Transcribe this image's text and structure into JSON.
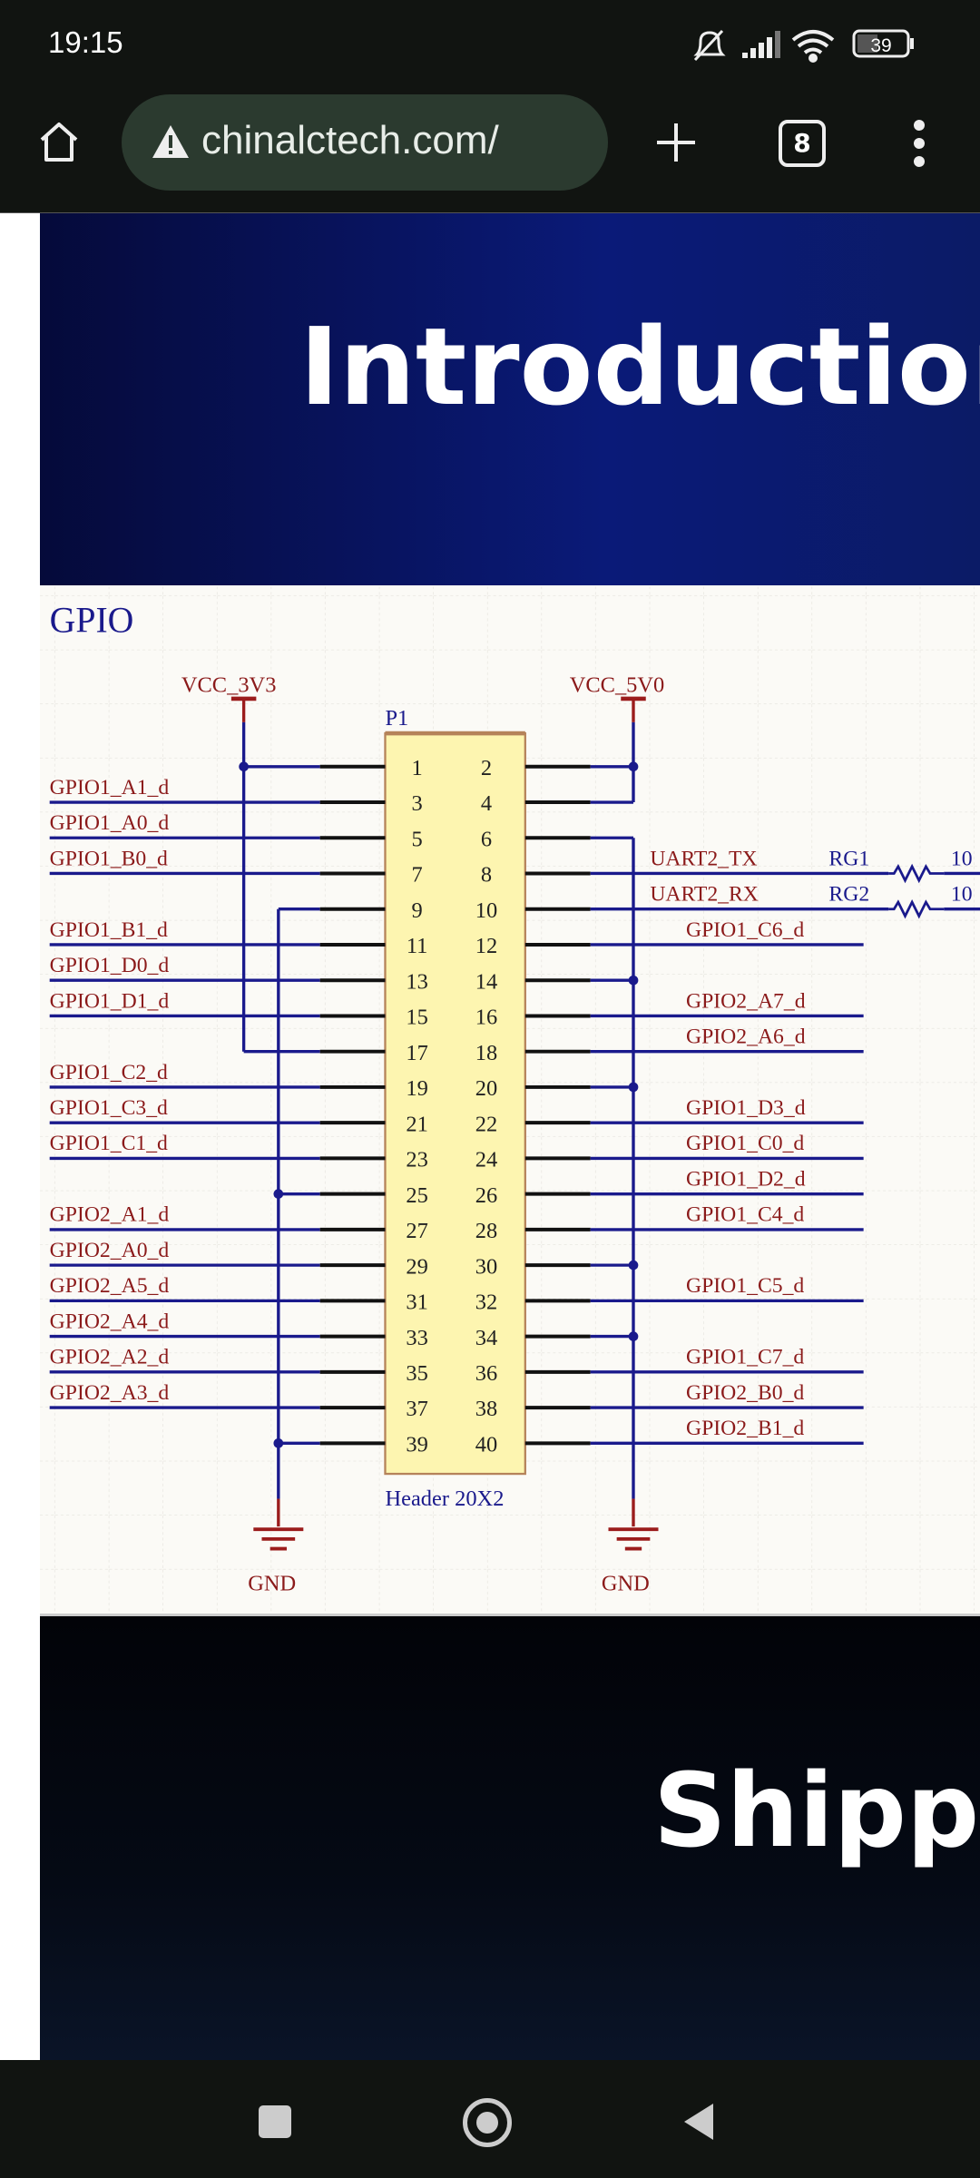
{
  "status_bar": {
    "time": "19:15",
    "battery": "39",
    "icons": [
      "bell-muted-icon",
      "signal-icon",
      "wifi-icon",
      "battery-icon"
    ]
  },
  "toolbar": {
    "url": "chinalctech.com/",
    "tab_count": "8",
    "icons": [
      "home-icon",
      "warning-icon",
      "plus-icon",
      "tabs-icon",
      "more-vert-icon"
    ]
  },
  "page": {
    "intro_title": "Introduction",
    "shipping_title": "Shipp",
    "schematic": {
      "title": "GPIO",
      "vcc_3v3": "VCC_3V3",
      "vcc_5v0": "VCC_5V0",
      "ref": "P1",
      "part": "Header 20X2",
      "gnd": "GND",
      "left_nets": [
        "",
        "GPIO1_A1_d",
        "GPIO1_A0_d",
        "GPIO1_B0_d",
        "",
        "GPIO1_B1_d",
        "GPIO1_D0_d",
        "GPIO1_D1_d",
        "",
        "GPIO1_C2_d",
        "GPIO1_C3_d",
        "GPIO1_C1_d",
        "",
        "GPIO2_A1_d",
        "GPIO2_A0_d",
        "GPIO2_A5_d",
        "GPIO2_A4_d",
        "GPIO2_A2_d",
        "GPIO2_A3_d",
        ""
      ],
      "right_nets": [
        "",
        "",
        "",
        "UART2_TX",
        "UART2_RX",
        "GPIO1_C6_d",
        "",
        "GPIO2_A7_d",
        "GPIO2_A6_d",
        "",
        "GPIO1_D3_d",
        "GPIO1_C0_d",
        "GPIO1_D2_d",
        "GPIO1_C4_d",
        "",
        "GPIO1_C5_d",
        "",
        "GPIO1_C7_d",
        "GPIO2_B0_d",
        "GPIO2_B1_d"
      ],
      "left_conn": [
        "3v3-dot",
        "sig",
        "sig",
        "sig",
        "gnd-corner",
        "sig",
        "sig",
        "sig",
        "3v3-corner",
        "sig",
        "sig",
        "sig",
        "gnd-dot",
        "sig",
        "sig",
        "sig",
        "sig",
        "sig",
        "sig",
        "gnd-dot"
      ],
      "right_conn": [
        "5v-dot",
        "5v-corner",
        "gnd-corner",
        "uart",
        "uart",
        "sig",
        "gnd-dot",
        "sig",
        "sig",
        "gnd-dot",
        "sig",
        "sig",
        "sig",
        "sig",
        "gnd-dot",
        "sig",
        "gnd-dot",
        "sig",
        "sig",
        "sig"
      ],
      "resistors": [
        "RG1",
        "RG2"
      ],
      "resistor_value_partial": "10",
      "colors": {
        "wire": "#1a1a8c",
        "label": "#8b1a1a",
        "body": "#fdf5b0",
        "power": "#9b1c1c"
      }
    }
  },
  "nav_bar": {
    "icons": [
      "recents-square-icon",
      "home-circle-icon",
      "back-triangle-icon"
    ]
  }
}
